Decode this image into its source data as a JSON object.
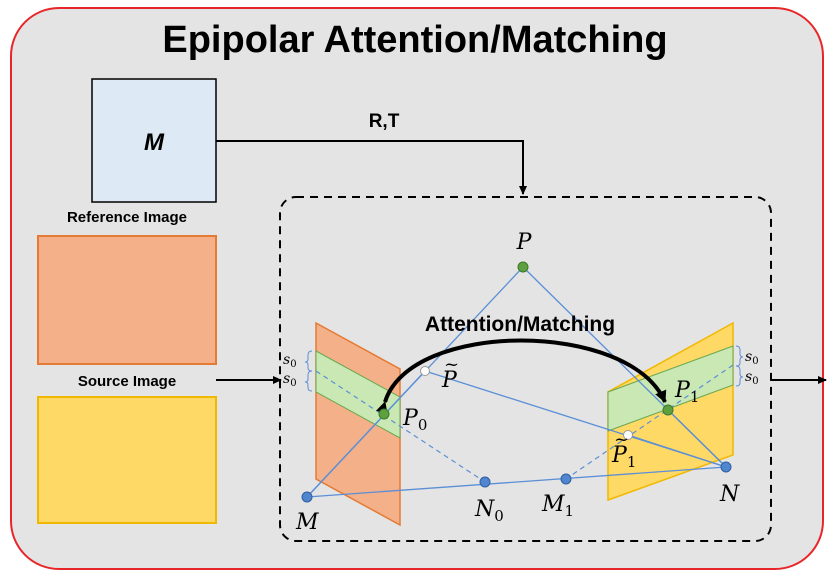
{
  "title": "Epipolar Attention/Matching",
  "reference_box_label": "M",
  "reference_label": "Reference Image",
  "source_label": "Source Image",
  "rt_label": "R,T",
  "attention_label": "Attention/Matching",
  "points": {
    "P": "P",
    "P_tilde": "P",
    "P0": "P",
    "P0_sub": "0",
    "P1": "P",
    "P1_sub": "1",
    "P1_tilde": "P",
    "P1_tilde_sub": "1",
    "M": "M",
    "N": "N",
    "N0": "N",
    "N0_sub": "0",
    "M1": "M",
    "M1_sub": "1"
  },
  "band_label": "s",
  "band_sub": "0",
  "colors": {
    "outer_border": "#e8262a",
    "outer_fill": "#e4e4e4",
    "reference_fill": "#dde9f5",
    "source_orange_fill": "#f3b089",
    "source_orange_border": "#e47b35",
    "source_yellow_fill": "#ffd966",
    "source_yellow_border": "#f2b800",
    "epipolar_band": "#c9e8b4",
    "ray_line": "#5b8fd6",
    "point_green": "#5ea040",
    "point_blue": "#4f86cf"
  }
}
